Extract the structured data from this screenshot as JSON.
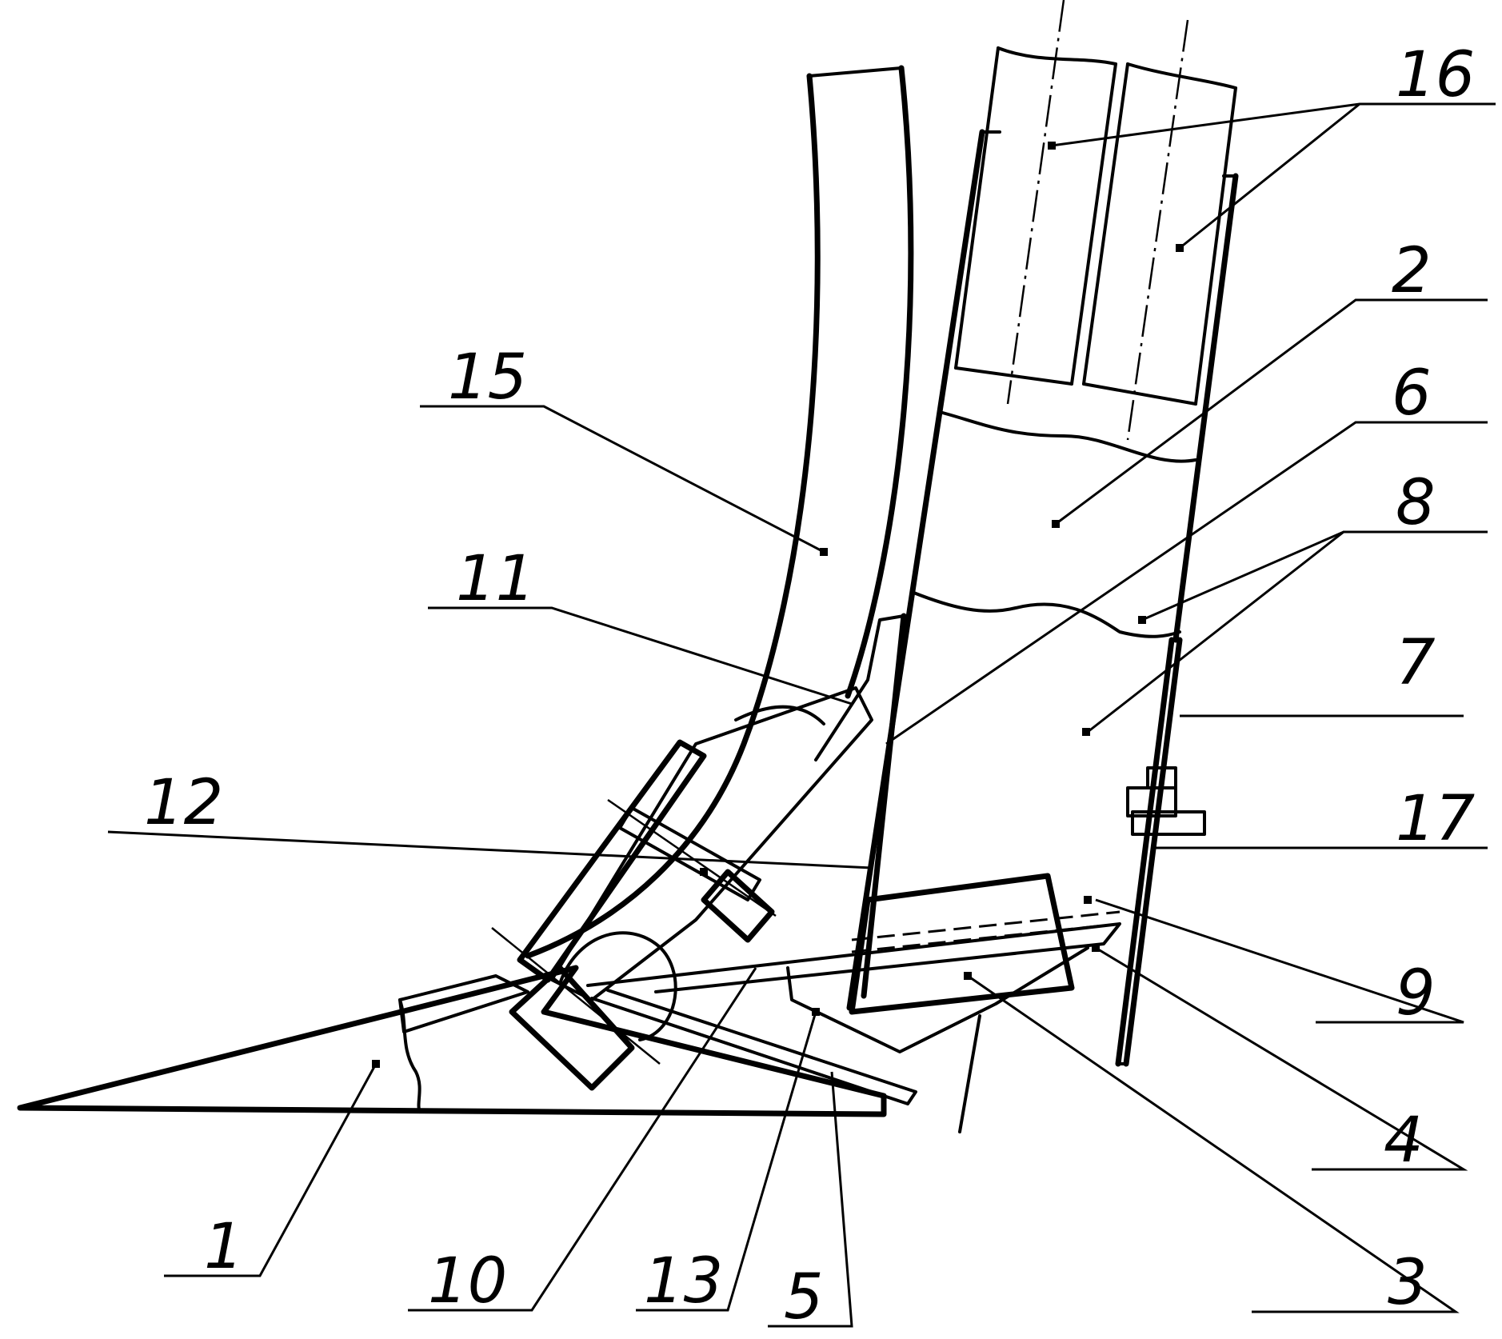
{
  "callouts": [
    {
      "id": "1",
      "text": "1"
    },
    {
      "id": "2",
      "text": "2"
    },
    {
      "id": "3",
      "text": "3"
    },
    {
      "id": "4",
      "text": "4"
    },
    {
      "id": "5",
      "text": "5"
    },
    {
      "id": "6",
      "text": "6"
    },
    {
      "id": "7",
      "text": "7"
    },
    {
      "id": "8",
      "text": "8"
    },
    {
      "id": "9",
      "text": "9"
    },
    {
      "id": "10",
      "text": "10"
    },
    {
      "id": "11",
      "text": "11"
    },
    {
      "id": "12",
      "text": "12"
    },
    {
      "id": "13",
      "text": "13"
    },
    {
      "id": "15",
      "text": "15"
    },
    {
      "id": "16",
      "text": "16"
    },
    {
      "id": "17",
      "text": "17"
    }
  ]
}
